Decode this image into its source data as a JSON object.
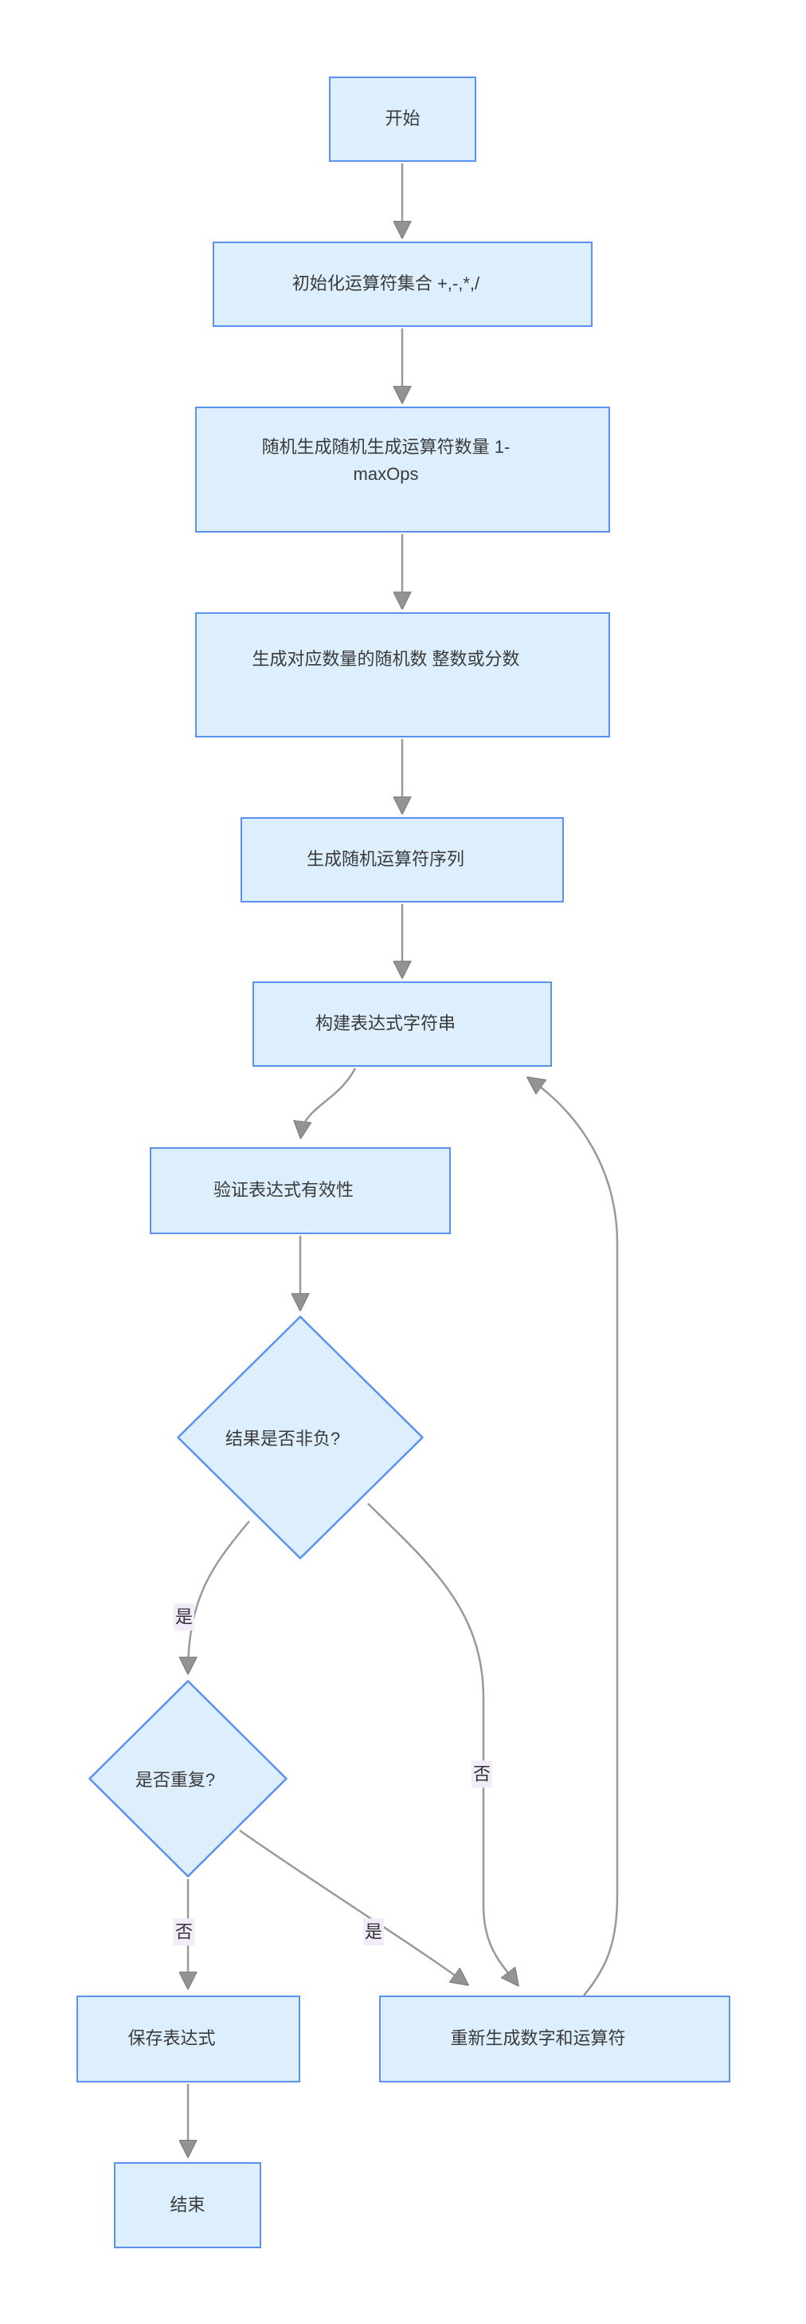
{
  "diagram": {
    "type": "flowchart",
    "direction": "top-down",
    "colors": {
      "node_fill": "#ddeffd",
      "node_border": "#5b92f2",
      "edge_line": "#999999",
      "arrowhead": "#939393",
      "edge_label_bg": "#f2ecfa",
      "text": "#3a3a3a",
      "page_bg": "#ffffff"
    },
    "nodes": {
      "start": {
        "label": "开始",
        "shape": "rect"
      },
      "init_ops": {
        "label": "初始化运算符集合 +,-,*,/",
        "shape": "rect"
      },
      "gen_op_count": {
        "label": "随机生成随机生成运算符数量 1-maxOps",
        "shape": "rect"
      },
      "gen_numbers": {
        "label": "生成对应数量的随机数 整数或分数",
        "shape": "rect"
      },
      "gen_op_seq": {
        "label": "生成随机运算符序列",
        "shape": "rect"
      },
      "build_expr": {
        "label": "构建表达式字符串",
        "shape": "rect"
      },
      "validate_expr": {
        "label": "验证表达式有效性",
        "shape": "rect"
      },
      "check_nonneg": {
        "label": "结果是否非负?",
        "shape": "diamond"
      },
      "check_dup": {
        "label": "是否重复?",
        "shape": "diamond"
      },
      "save_expr": {
        "label": "保存表达式",
        "shape": "rect"
      },
      "regen": {
        "label": "重新生成数字和运算符",
        "shape": "rect"
      },
      "end": {
        "label": "结束",
        "shape": "rect"
      }
    },
    "edges": [
      {
        "from": "start",
        "to": "init_ops",
        "label": ""
      },
      {
        "from": "init_ops",
        "to": "gen_op_count",
        "label": ""
      },
      {
        "from": "gen_op_count",
        "to": "gen_numbers",
        "label": ""
      },
      {
        "from": "gen_numbers",
        "to": "gen_op_seq",
        "label": ""
      },
      {
        "from": "gen_op_seq",
        "to": "build_expr",
        "label": ""
      },
      {
        "from": "build_expr",
        "to": "validate_expr",
        "label": ""
      },
      {
        "from": "validate_expr",
        "to": "check_nonneg",
        "label": ""
      },
      {
        "from": "check_nonneg",
        "to": "check_dup",
        "label": "是"
      },
      {
        "from": "check_nonneg",
        "to": "regen",
        "label": "否"
      },
      {
        "from": "check_dup",
        "to": "save_expr",
        "label": "否"
      },
      {
        "from": "check_dup",
        "to": "regen",
        "label": "是"
      },
      {
        "from": "regen",
        "to": "build_expr",
        "label": ""
      },
      {
        "from": "save_expr",
        "to": "end",
        "label": ""
      }
    ]
  }
}
